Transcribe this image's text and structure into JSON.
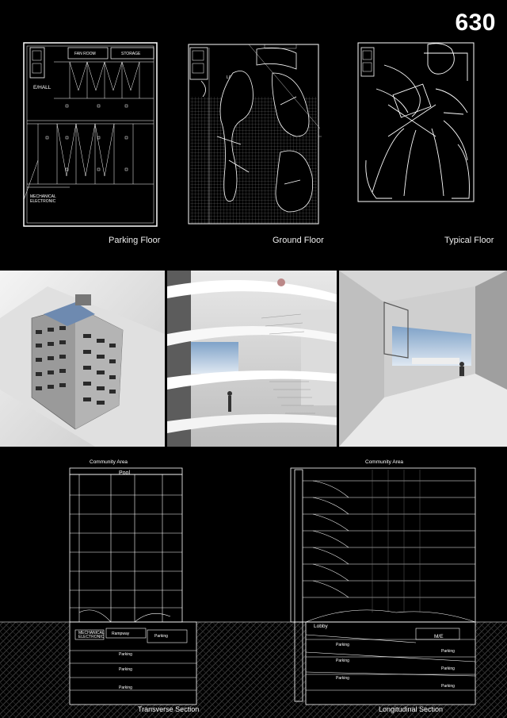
{
  "sheet_number": "630",
  "plans": {
    "parking": {
      "caption": "Parking Floor",
      "labels": {
        "fan_room": "FAN ROOM",
        "storage": "STORAGE",
        "ehall": "E/HALL",
        "mech1": "MECHANICAL",
        "mech2": "ELECTRONIC"
      }
    },
    "ground": {
      "caption": "Ground Floor",
      "labels": {
        "lobby": "LOBBY"
      }
    },
    "typical": {
      "caption": "Typical Floor"
    }
  },
  "sections": {
    "transverse": {
      "caption": "Transverse Section",
      "labels": {
        "community": "Community Area",
        "pool": "Pool",
        "mech1": "MECHANICAL",
        "mech2": "ELECTRONIC",
        "rampway": "Rampway",
        "parking": "Parking"
      }
    },
    "longitudinal": {
      "caption": "Longitudinal Section",
      "labels": {
        "community": "Community Area",
        "lobby": "Lobby",
        "me": "M/E",
        "parking": "Parking"
      }
    }
  }
}
